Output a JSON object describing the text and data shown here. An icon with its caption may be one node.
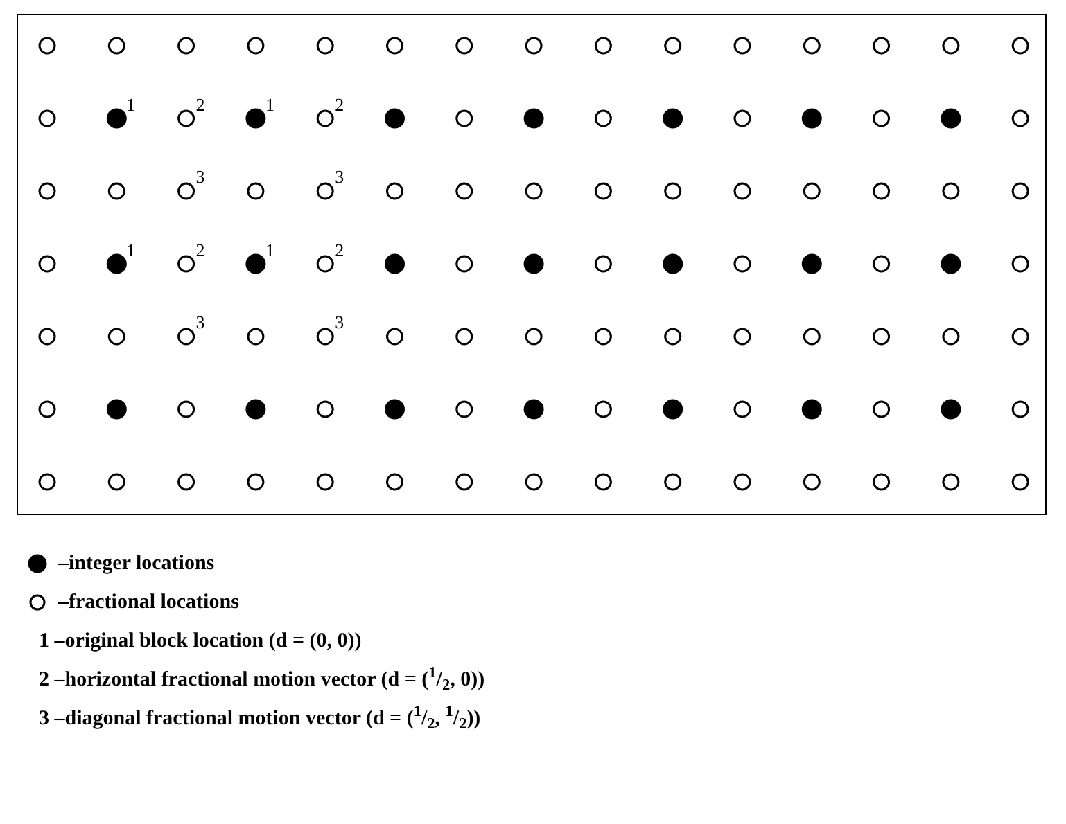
{
  "diagram": {
    "labels": [
      "1",
      "2",
      "1",
      "2",
      "3",
      "3",
      "1",
      "2",
      "1",
      "2",
      "3",
      "3"
    ],
    "legend": [
      {
        "text": "–integer locations"
      },
      {
        "text": "–fractional locations"
      },
      {
        "text": "1 –original block location (**d** = (0, 0))"
      },
      {
        "text": "2 –horizontal fractional motion vector (**d** = ($^{1}$/$_{2}$, 0))"
      },
      {
        "text": "3 –diagonal fractional motion vector (**d** = ($^{1}$/$_{2}$, $^{1}$/$_{2}$))"
      }
    ]
  }
}
